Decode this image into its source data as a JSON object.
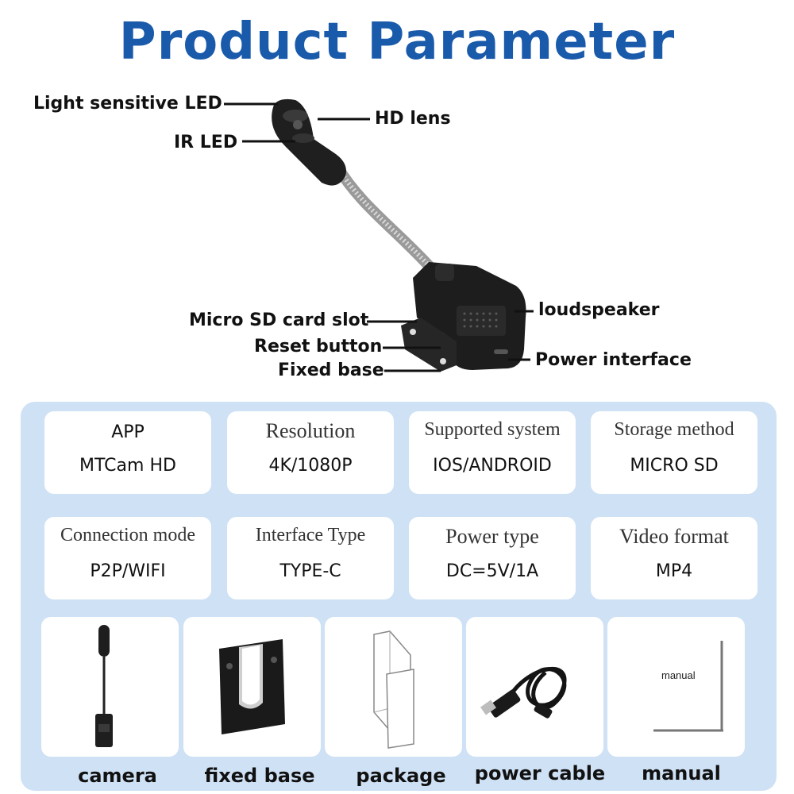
{
  "title": "Product Parameter",
  "callouts": {
    "light_sensitive_led": "Light sensitive LED",
    "hd_lens": "HD lens",
    "ir_led": "IR LED",
    "micro_sd_card_slot": "Micro SD card slot",
    "loudspeaker": "loudspeaker",
    "reset_button": "Reset button",
    "power_interface": "Power interface",
    "fixed_base": "Fixed base"
  },
  "specs": [
    {
      "label": "APP",
      "value": "MTCam HD"
    },
    {
      "label": "Resolution",
      "value": "4K/1080P"
    },
    {
      "label": "Supported system",
      "value": "IOS/ANDROID"
    },
    {
      "label": "Storage method",
      "value": "MICRO SD"
    },
    {
      "label": "Connection mode",
      "value": "P2P/WIFI"
    },
    {
      "label": "Interface Type",
      "value": "TYPE-C"
    },
    {
      "label": "Power type",
      "value": "DC=5V/1A"
    },
    {
      "label": "Video format",
      "value": "MP4"
    }
  ],
  "package_items": [
    {
      "caption": "camera",
      "icon": "camera-icon"
    },
    {
      "caption": "fixed base",
      "icon": "fixed-base-icon"
    },
    {
      "caption": "package",
      "icon": "package-box-icon"
    },
    {
      "caption": "power cable",
      "icon": "power-cable-icon"
    },
    {
      "caption": "manual",
      "icon": "manual-icon",
      "inner_text": "manual"
    }
  ],
  "colors": {
    "title": "#1a5aab",
    "panel": "#cfe1f5",
    "card": "#ffffff"
  }
}
